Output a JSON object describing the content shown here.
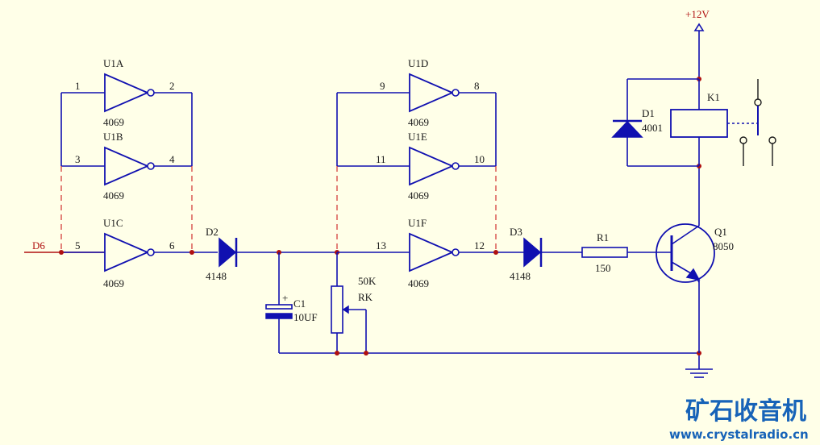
{
  "supply": {
    "label": "+12V"
  },
  "input": {
    "label": "D6"
  },
  "gates": {
    "u1a": {
      "name": "U1A",
      "part": "4069",
      "pin_in": "1",
      "pin_out": "2"
    },
    "u1b": {
      "name": "U1B",
      "part": "4069",
      "pin_in": "3",
      "pin_out": "4"
    },
    "u1c": {
      "name": "U1C",
      "part": "4069",
      "pin_in": "5",
      "pin_out": "6"
    },
    "u1d": {
      "name": "U1D",
      "part": "4069",
      "pin_in": "9",
      "pin_out": "8"
    },
    "u1e": {
      "name": "U1E",
      "part": "4069",
      "pin_in": "11",
      "pin_out": "10"
    },
    "u1f": {
      "name": "U1F",
      "part": "4069",
      "pin_in": "13",
      "pin_out": "12"
    }
  },
  "d2": {
    "name": "D2",
    "part": "4148"
  },
  "d3": {
    "name": "D3",
    "part": "4148"
  },
  "d1": {
    "name": "D1",
    "part": "4001"
  },
  "c1": {
    "name": "C1",
    "part": "10UF",
    "polarity": "+"
  },
  "rk": {
    "value": "50K",
    "name": "RK"
  },
  "r1": {
    "name": "R1",
    "value": "150"
  },
  "q1": {
    "name": "Q1",
    "part": "8050"
  },
  "k1": {
    "name": "K1"
  },
  "brand": {
    "name": "矿石收音机",
    "url": "www.crystalradio.cn"
  }
}
